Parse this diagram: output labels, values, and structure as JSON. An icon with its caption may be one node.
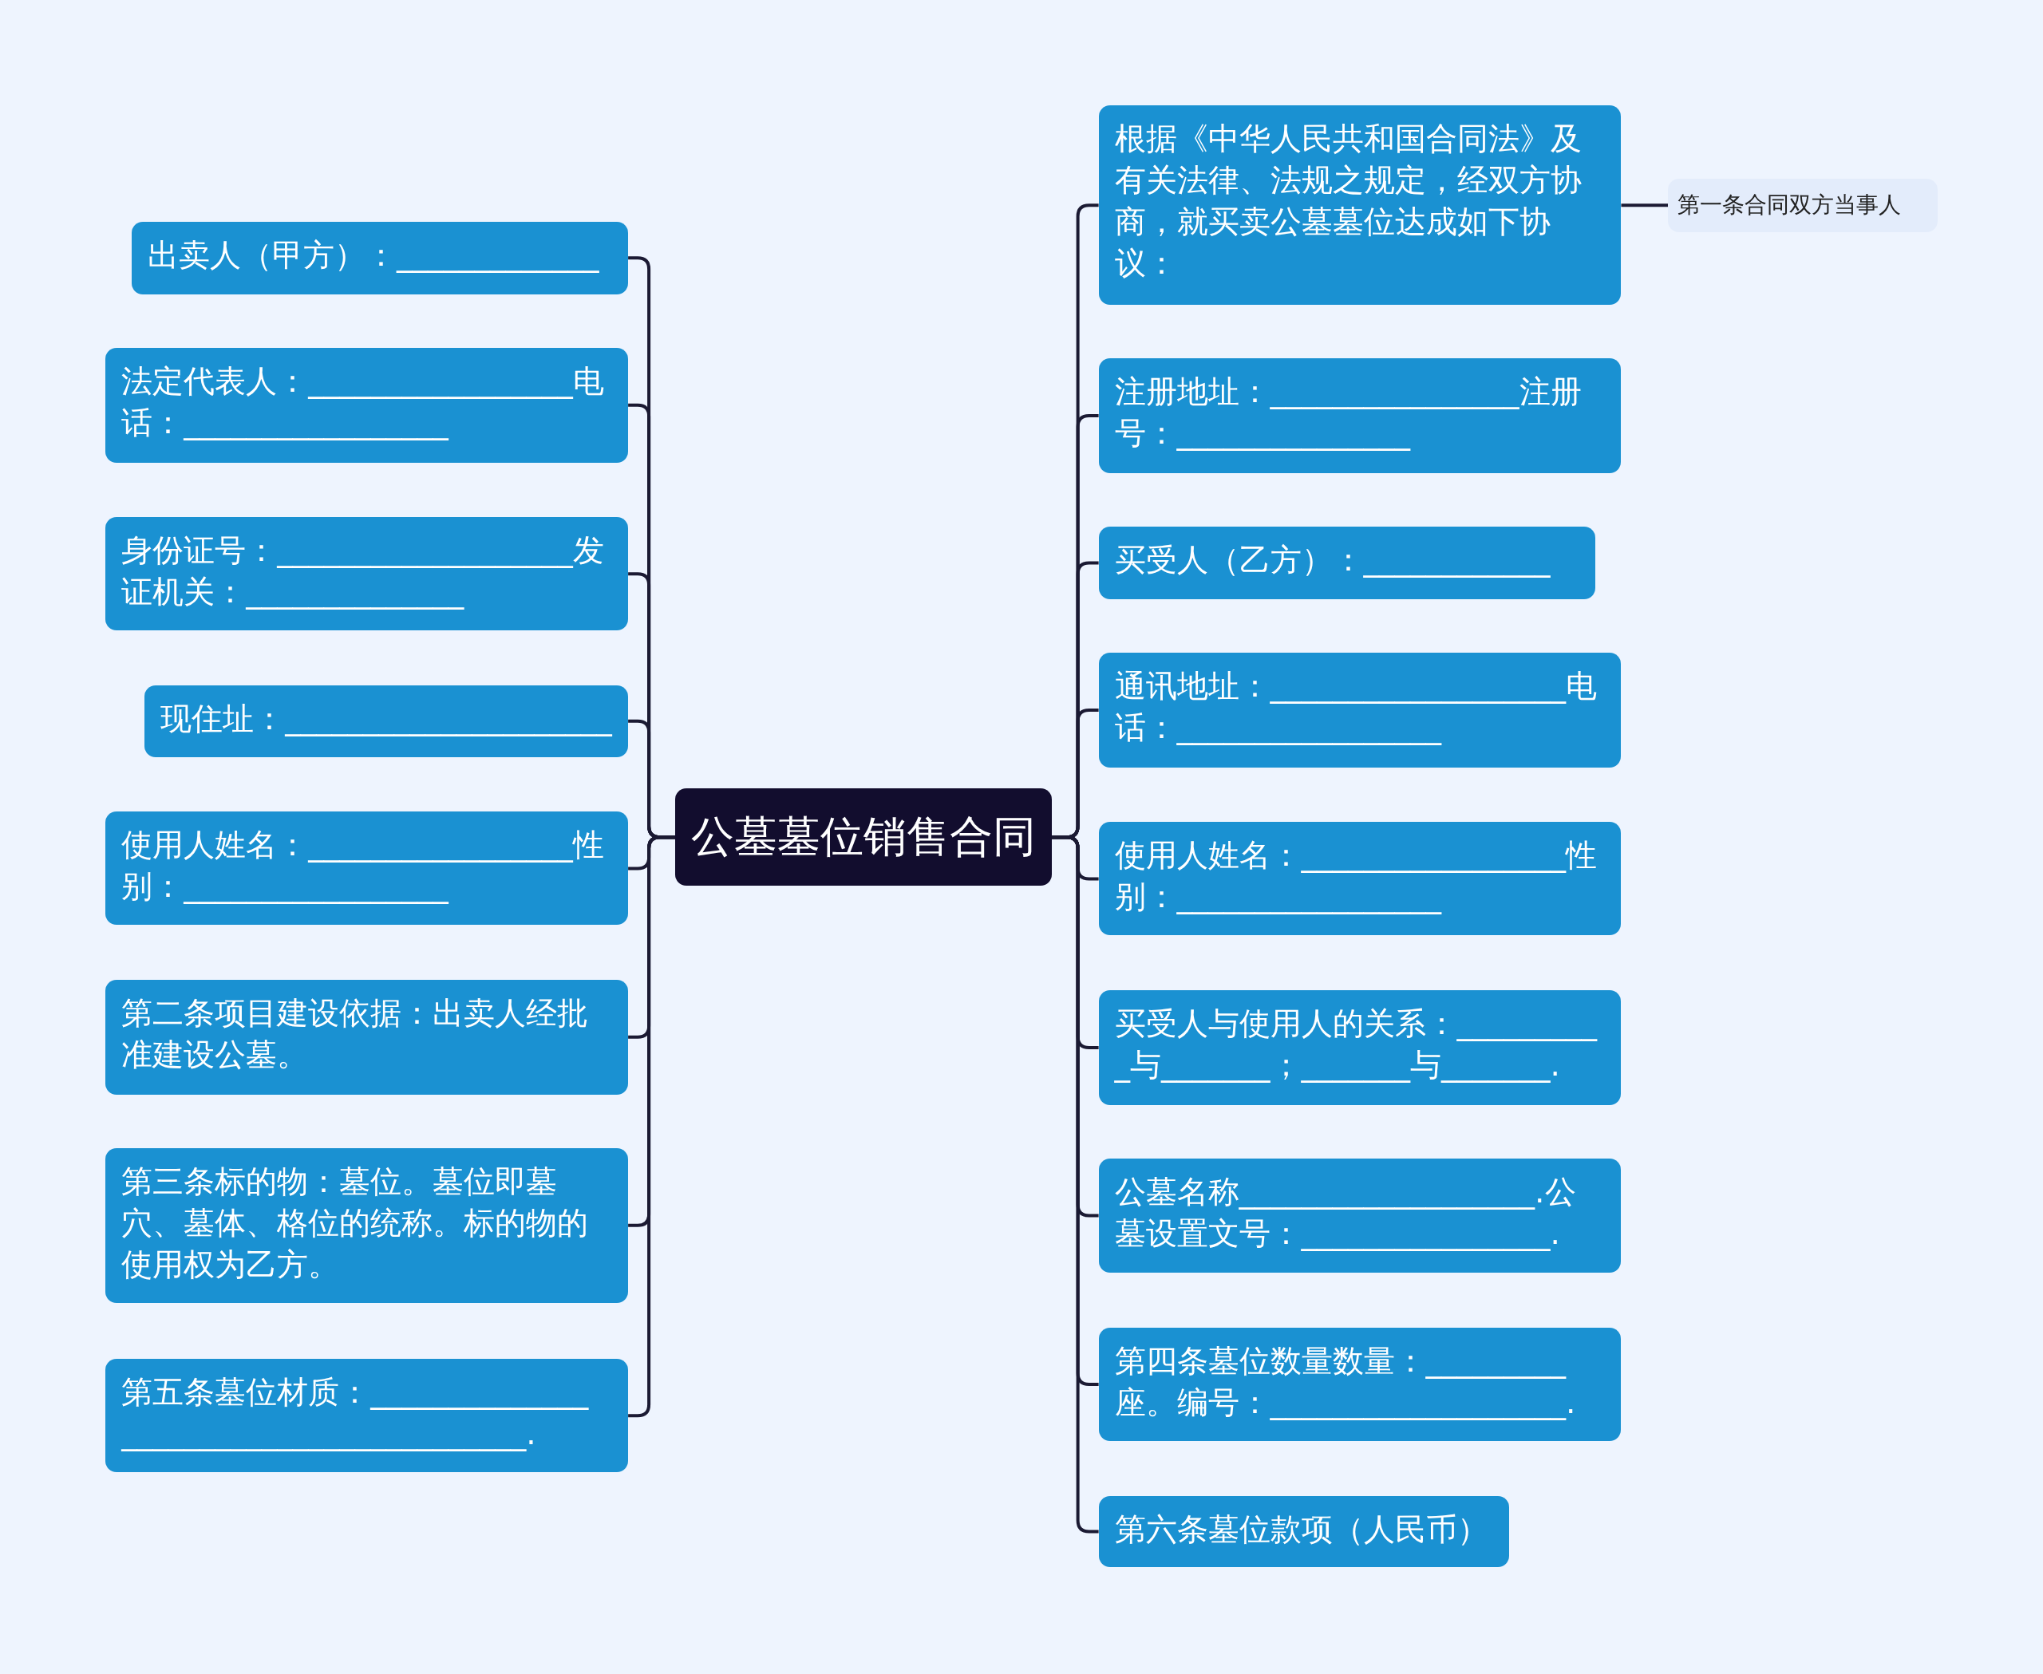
{
  "diagram": {
    "nodes": [
      {
        "text": [
          "公墓墓位销售合同"
        ]
      },
      {
        "text": [
          "出卖人（甲方）：_____________"
        ]
      },
      {
        "text": [
          "法定代表人：_________________电话：_________________"
        ]
      },
      {
        "text": [
          "身份证号：___________________发证机关：______________"
        ]
      },
      {
        "text": [
          "现住址：_____________________"
        ]
      },
      {
        "text": [
          "使用人姓名：_________________性别：_________________"
        ]
      },
      {
        "text": [
          "第二条项目建设依据：出卖人经批准建设公墓。"
        ]
      },
      {
        "text": [
          "第三条标的物：墓位。墓位即墓穴、墓体、格位的统称。标的物的使用权为乙方。"
        ]
      },
      {
        "text": [
          "第五条墓位材质：______________ __________________________."
        ]
      },
      {
        "text": [
          "根据《中华人民共和国合同法》及有关法律、法规之规定，经双方协商，就买卖公墓墓位达成如下协议："
        ]
      },
      {
        "text": [
          "第一条合同双方当事人"
        ]
      },
      {
        "text": [
          "注册地址：________________注册号：_______________"
        ]
      },
      {
        "text": [
          "买受人（乙方）：____________"
        ]
      },
      {
        "text": [
          "通讯地址：___________________电话：_________________"
        ]
      },
      {
        "text": [
          "使用人姓名：_________________性别：_________________"
        ]
      },
      {
        "text": [
          "买受人与使用人的关系：__________与_______；_______与_______."
        ]
      },
      {
        "text": [
          "公墓名称___________________.公墓设置文号：________________."
        ]
      },
      {
        "text": [
          "第四条墓位数量数量：_________座。编号：___________________."
        ]
      },
      {
        "text": [
          "第六条墓位款项（人民币）"
        ]
      }
    ],
    "edges": [
      {
        "from": 0,
        "to": 1,
        "arrow": "none"
      },
      {
        "from": 0,
        "to": 2,
        "arrow": "none"
      },
      {
        "from": 0,
        "to": 3,
        "arrow": "none"
      },
      {
        "from": 0,
        "to": 4,
        "arrow": "none"
      },
      {
        "from": 0,
        "to": 5,
        "arrow": "none"
      },
      {
        "from": 0,
        "to": 6,
        "arrow": "none"
      },
      {
        "from": 0,
        "to": 7,
        "arrow": "none"
      },
      {
        "from": 0,
        "to": 8,
        "arrow": "none"
      },
      {
        "from": 0,
        "to": 9,
        "arrow": "none"
      },
      {
        "from": 9,
        "to": 10,
        "arrow": "none"
      },
      {
        "from": 0,
        "to": 11,
        "arrow": "none"
      },
      {
        "from": 0,
        "to": 12,
        "arrow": "none"
      },
      {
        "from": 0,
        "to": 13,
        "arrow": "none"
      },
      {
        "from": 0,
        "to": 14,
        "arrow": "none"
      },
      {
        "from": 0,
        "to": 15,
        "arrow": "none"
      },
      {
        "from": 0,
        "to": 16,
        "arrow": "none"
      },
      {
        "from": 0,
        "to": 17,
        "arrow": "none"
      },
      {
        "from": 0,
        "to": 18,
        "arrow": "none"
      }
    ]
  }
}
